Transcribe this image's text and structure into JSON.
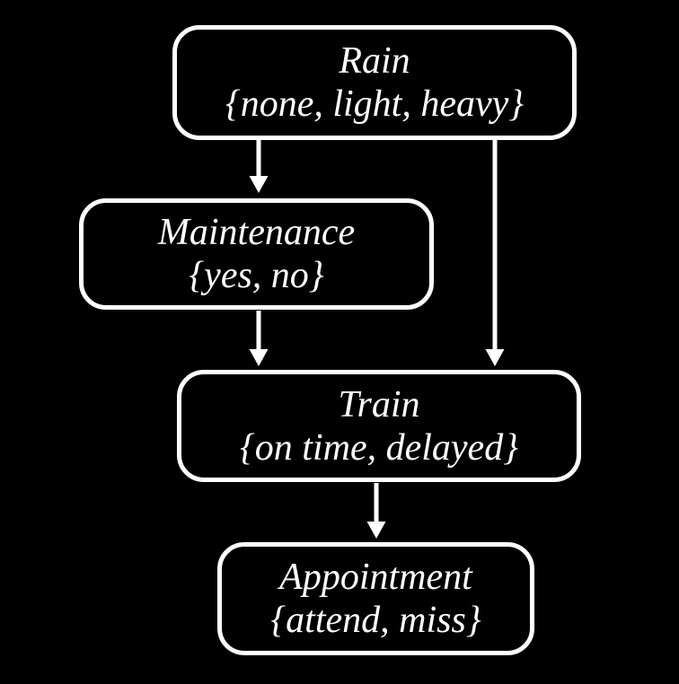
{
  "diagram": {
    "type": "bayesian-network",
    "background_color": "#000000",
    "node_border_color": "#ffffff",
    "arrow_color": "#ffffff",
    "text_color": "#ffffff",
    "nodes": [
      {
        "id": "rain",
        "name": "Rain",
        "values": "{none, light, heavy}"
      },
      {
        "id": "maintenance",
        "name": "Maintenance",
        "values": "{yes, no}"
      },
      {
        "id": "train",
        "name": "Train",
        "values": "{on time, delayed}"
      },
      {
        "id": "appointment",
        "name": "Appointment",
        "values": "{attend, miss}"
      }
    ],
    "edges": [
      {
        "from": "rain",
        "to": "maintenance"
      },
      {
        "from": "rain",
        "to": "train"
      },
      {
        "from": "maintenance",
        "to": "train"
      },
      {
        "from": "train",
        "to": "appointment"
      }
    ]
  }
}
